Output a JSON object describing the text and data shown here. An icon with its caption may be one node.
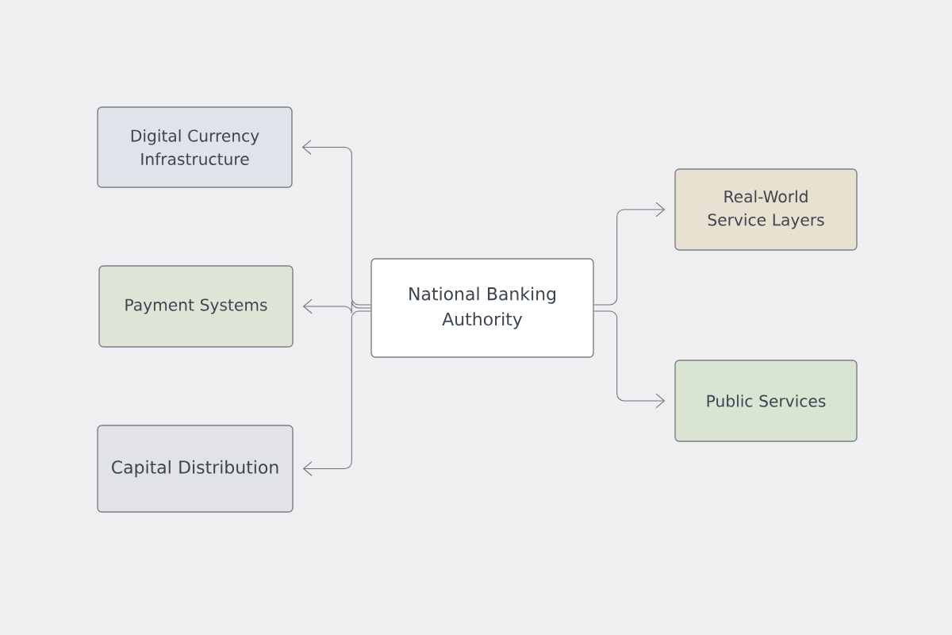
{
  "diagram": {
    "nodes": [
      {
        "text": [
          "Digital Currency Infrastructure"
        ]
      },
      {
        "text": [
          "Payment Systems"
        ]
      },
      {
        "text": [
          "Capital Distribution"
        ]
      },
      {
        "text": [
          "National Banking Authority"
        ]
      },
      {
        "text": [
          "Real-World Service Layers"
        ]
      },
      {
        "text": [
          "Public Services"
        ]
      }
    ],
    "edges": [
      {
        "from": 3,
        "to": 0,
        "arrow": "to"
      },
      {
        "from": 3,
        "to": 1,
        "arrow": "to"
      },
      {
        "from": 3,
        "to": 2,
        "arrow": "to"
      },
      {
        "from": 3,
        "to": 4,
        "arrow": "to"
      },
      {
        "from": 3,
        "to": 5,
        "arrow": "to"
      }
    ]
  }
}
